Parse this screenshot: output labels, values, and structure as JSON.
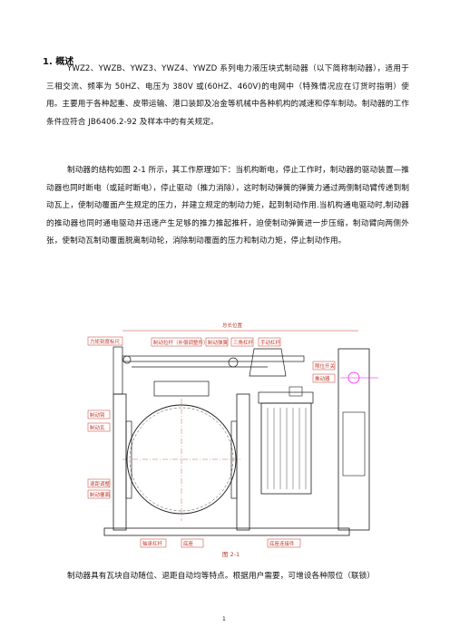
{
  "section_heading": "1. 概述",
  "paragraphs": {
    "p1": "YWZ2、YWZB、YWZ3、YWZ4、YWZD 系列电力液压块式制动器（以下简称制动器），适用于三相交流、频率为 50HZ、电压为 380V 或(60HZ、460V)的电网中（特殊情况应在订货时指明）使用。主要用于各种起重、皮带运输、港口装卸及冶金等机械中各种机构的减速和停车制动。制动器的工作条件应符合 JB6406.2-92 及样本中的有关规定。",
    "p2": "制动器的结构如图 2-1 所示，其工作原理如下：当机构断电，停止工作时，制动器的驱动装置—推动器也同时断电（或延时断电），停止驱动（推力消除），这时制动弹簧的弹簧力通过两侧制动臂传递到制动瓦上，使制动覆面产生规定的压力，并建立规定的制动力矩，起到制动作用.当机构通电驱动时,制动器的推动器也同时通电驱动并迅速产生足够的推力推起推杆，迫使制动弹簧进一步压缩，制动臂向两侧外张，使制动瓦制动覆面脱离制动轮，消除制动覆面的压力和制动力矩，停止制动作用。",
    "p3": "制动器具有瓦块自动随位、退距自动均等特点。根据用户需要，可增设各种限位（联锁）"
  },
  "figure": {
    "caption": "图 2-1",
    "labels": {
      "top": "总长位置",
      "left1": "力矩刻度标尺",
      "arm_adjust": "制动拉杆（补偿调整件）",
      "spring_seat": "制动弹簧",
      "triangle": "三角杠杆",
      "hand_release": "手动杠杆",
      "limit_switch": "限位开关",
      "pusher": "推动器",
      "arm": "制动臂",
      "shoe": "制动瓦",
      "pivot": "退距调整",
      "lining": "制动覆面",
      "bottom1": "轴承杠杆",
      "bottom2": "底座",
      "bottom3": "底座连接件"
    }
  },
  "page_number": "1",
  "colors": {
    "drawing": "#1a1a1a",
    "label": "#c0392b",
    "accent": "#ff00ff"
  }
}
